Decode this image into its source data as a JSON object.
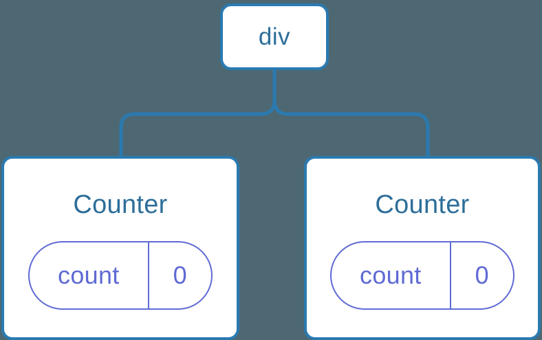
{
  "diagram": {
    "type": "component-tree",
    "background_color": "#4d6873",
    "node_fill_color": "#ffffff",
    "node_border_color": "#2a7ab0",
    "node_label_color": "#2d6e99",
    "state_pill_color": "#5f6ad4",
    "connector_color": "#2a7ab0",
    "root": {
      "label": "div"
    },
    "children": [
      {
        "title": "Counter",
        "state": {
          "key": "count",
          "value": "0"
        }
      },
      {
        "title": "Counter",
        "state": {
          "key": "count",
          "value": "0"
        }
      }
    ]
  }
}
